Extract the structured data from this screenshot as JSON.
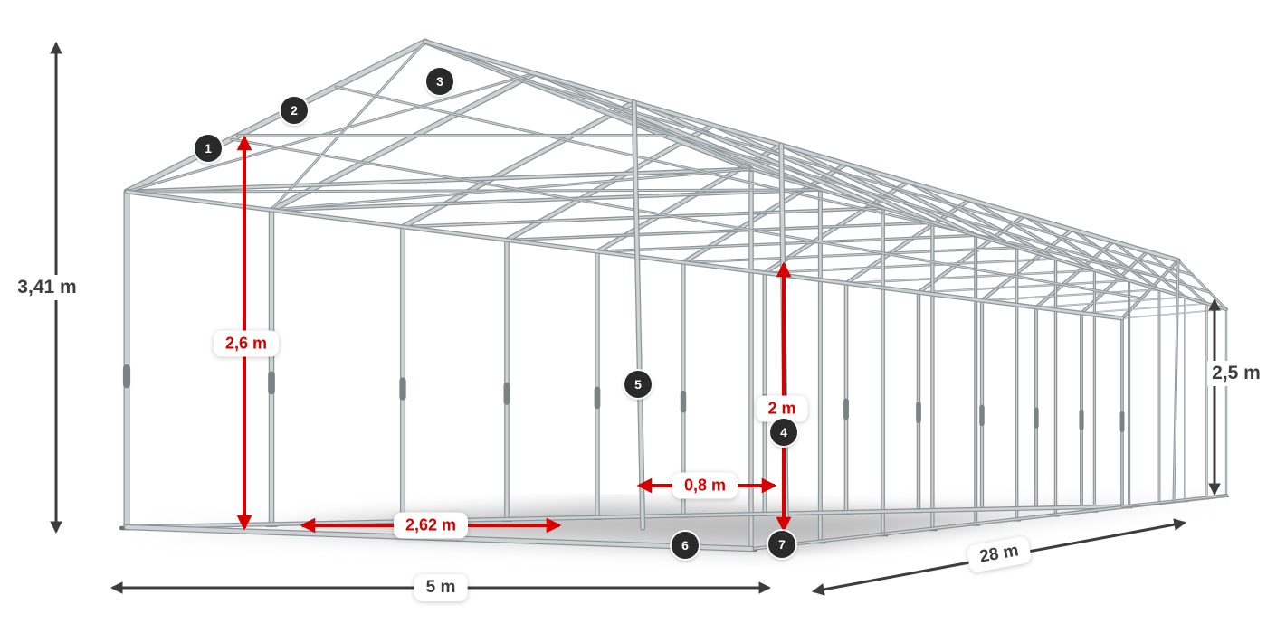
{
  "diagram": {
    "colors": {
      "dimension_red": "#d60000",
      "dimension_dark": "#3d3d3d",
      "marker_bg": "#2a2a2a",
      "marker_text": "#ffffff",
      "frame_outline": "#8f969a",
      "frame_fill": "#cdd2d4",
      "frame_joint": "#7b8286",
      "frame_foot": "#6e7478"
    },
    "markers": [
      "1",
      "2",
      "3",
      "4",
      "5",
      "6",
      "7"
    ],
    "dimensions": {
      "total_height": {
        "label": "3,41 m"
      },
      "eave_height": {
        "label": "2,5 m"
      },
      "width": {
        "label": "5 m"
      },
      "length": {
        "label": "28 m"
      },
      "passage_height": {
        "label": "2,6 m"
      },
      "inner_height": {
        "label": "2 m"
      },
      "post_gap_small": {
        "label": "0,8 m"
      },
      "post_gap_large": {
        "label": "2,62 m"
      }
    }
  }
}
